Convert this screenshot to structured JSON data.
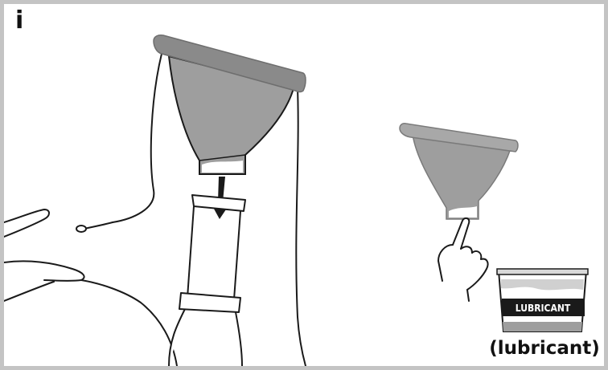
{
  "step_label": "i",
  "lubricant_label": "LUBRICANT",
  "lubricant_caption": "(lubricant)",
  "colors": {
    "frame": "#c4c4c4",
    "funnel_fill": "#9e9e9e",
    "funnel_rim": "#8a8a8a",
    "line": "#1a1a1a",
    "lubricant_white": "#ffffff"
  },
  "icons": [
    "info-step-icon",
    "arrow-down-icon",
    "pointing-hand-icon",
    "lubricant-tub-icon"
  ]
}
